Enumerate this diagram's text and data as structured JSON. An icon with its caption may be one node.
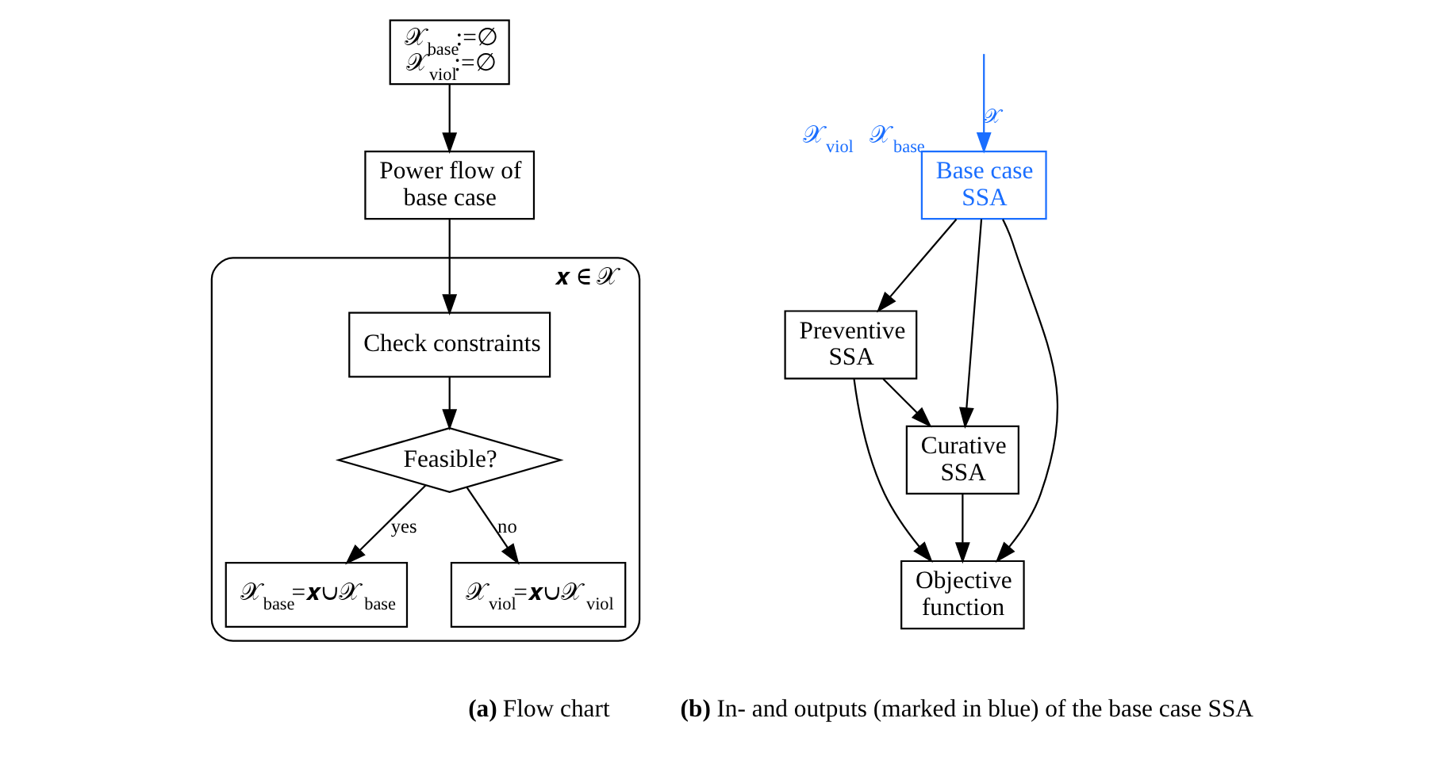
{
  "diagram": {
    "nodes": [
      {
        "text": [
          "𝒳$_{base}$:=∅",
          "𝒳$_{viol}$:=∅"
        ]
      },
      {
        "text": [
          "Power flow of base case"
        ]
      },
      {
        "text": [
          "𝒙 ∈ 𝒳"
        ]
      },
      {
        "text": [
          "Check constraints"
        ],
        "in": 2
      },
      {
        "text": [
          "Feasible?"
        ],
        "in": 2
      },
      {
        "text": [
          "𝒳$_{base}$=𝒙∪𝒳$_{base}$"
        ],
        "in": 2
      },
      {
        "text": [
          "𝒳$_{viol}$=𝒙∪𝒳$_{viol}$"
        ],
        "in": 2
      },
      {
        "text": [
          "Base case SSA"
        ],
        "beside": [
          "𝒳$_{viol}$",
          "𝒳$_{base}$"
        ]
      },
      {
        "text": [
          "Preventive SSA"
        ]
      },
      {
        "text": [
          "Curative SSA"
        ]
      },
      {
        "text": [
          "Objective function"
        ]
      }
    ],
    "edges": [
      {
        "from": 0,
        "to": 1,
        "arrow": "to"
      },
      {
        "from": 1,
        "to": 3,
        "arrow": "to"
      },
      {
        "from": 3,
        "to": 4,
        "arrow": "to"
      },
      {
        "from": 4,
        "to": 5,
        "arrow": "to",
        "label": "yes"
      },
      {
        "from": 4,
        "to": 6,
        "arrow": "to",
        "label": "no"
      },
      {
        "from": null,
        "to": 7,
        "arrow": "to",
        "label": "𝒳",
        "color": "#1a6eff"
      },
      {
        "from": 7,
        "to": 8,
        "arrow": "to"
      },
      {
        "from": 7,
        "to": 9,
        "arrow": "to"
      },
      {
        "from": 7,
        "to": 10,
        "arrow": "to"
      },
      {
        "from": 8,
        "to": 9,
        "arrow": "to"
      },
      {
        "from": 8,
        "to": 10,
        "arrow": "to"
      },
      {
        "from": 9,
        "to": 10,
        "arrow": "to"
      }
    ],
    "labels": [
      "**(a)** Flow chart",
      "**(b)** In- and outputs (marked in blue) of the base case SSA"
    ]
  }
}
